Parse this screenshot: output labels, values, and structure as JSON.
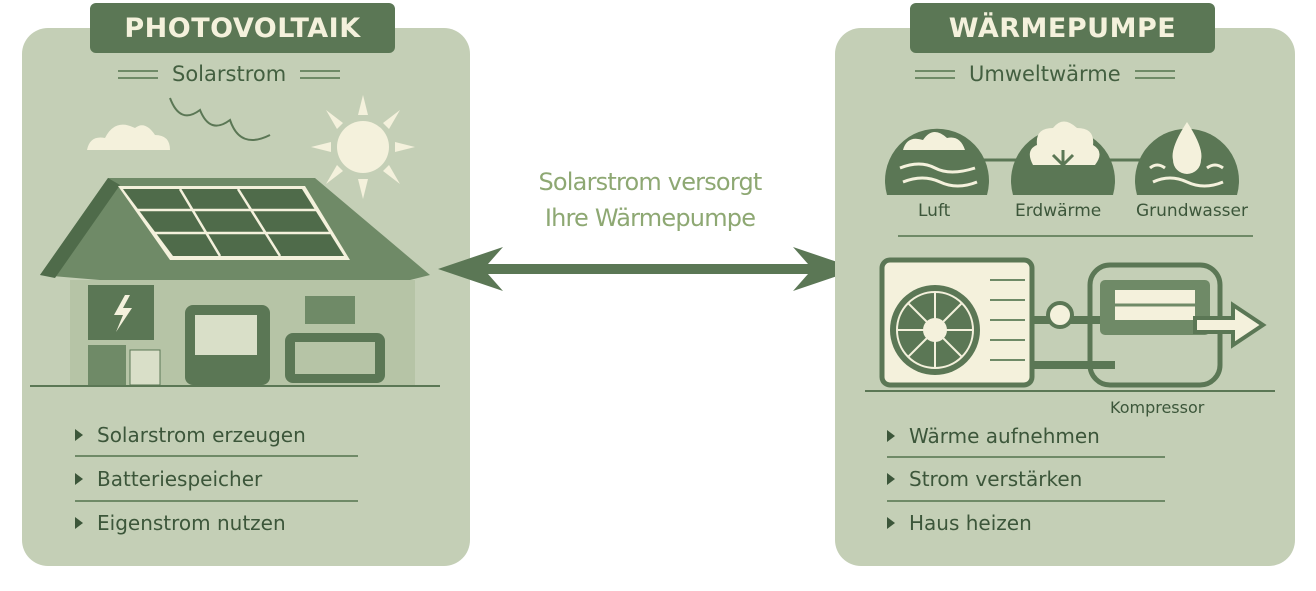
{
  "left": {
    "title": "PHOTOVOLTAIK",
    "subtitle": "Solarstrom",
    "items": [
      "Solarstrom erzeugen",
      "Batteriespeicher",
      "Eigenstrom nutzen"
    ]
  },
  "center": {
    "line1": "Solarstrom versorgt",
    "line2": "Ihre Wärmepumpe"
  },
  "right": {
    "title": "WÄRMEPUMPE",
    "subtitle": "Umweltwärme",
    "sources": [
      "Luft",
      "Erdwärme",
      "Grundwasser"
    ],
    "compressor_label": "Kompressor",
    "items": [
      "Wärme aufnehmen",
      "Strom verstärken",
      "Haus heizen"
    ]
  },
  "colors": {
    "panel": "#c4cfb6",
    "dark": "#5b7755",
    "cream": "#f4f1dc",
    "accent": "#8ea873"
  }
}
